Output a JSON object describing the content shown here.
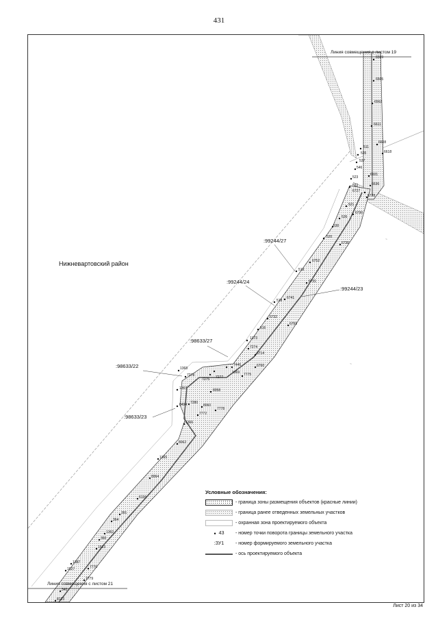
{
  "page_number": "431",
  "sheet_footer": "Лист 20 из 34",
  "district_label": "Нижневартовский район",
  "sheet_top_label": "Линия совмещения с листом 19",
  "sheet_bottom_label": "Линия совмещения с листом 21",
  "parcel_labels": [
    ":99244/27",
    ":99244/24",
    ":99244/23",
    ":98633/27",
    ":98633/22",
    ":98633/23"
  ],
  "point_labels": [
    "6569",
    "6565",
    "6562",
    "6611",
    "6608",
    "6618",
    "511",
    "535",
    "537",
    "546",
    "523",
    "522",
    "6601",
    "6636",
    "6727",
    "6728",
    "521",
    "526",
    "6730",
    "530",
    "520",
    "6736",
    "6752",
    "519",
    "6731",
    "518",
    "6741",
    "6732",
    "516",
    "6759",
    "1373",
    "7274",
    "6714",
    "7446",
    "1369",
    "6760",
    "1368",
    "7278",
    "7277",
    "7275",
    "7775",
    "1367",
    "8058",
    "8494",
    "7280",
    "8060",
    "7778",
    "7772",
    "1366",
    "8062",
    "1365",
    "8064",
    "6116",
    "391",
    "364",
    "1362",
    "360",
    "1523",
    "1387",
    "1527",
    "7770",
    "7779",
    "340",
    "8123"
  ],
  "legend": {
    "title": "Условные обозначения:",
    "items": [
      {
        "symbol": "red-lines-zone",
        "label": "- граница зоны размещения объектов (красные линии)"
      },
      {
        "symbol": "previous-parcels",
        "label": "- граница ранее отведенных земельных участков"
      },
      {
        "symbol": "guard-zone",
        "label": "- охранная зона проектируемого объекта"
      },
      {
        "symbol": "turn-point",
        "symbol_text": "43",
        "label": "- номер точки поворота границы земельного участка"
      },
      {
        "symbol": "parcel-number",
        "symbol_text": ":ЗУ1",
        "label": "- номер формируемого земельного участка"
      },
      {
        "symbol": "axis-line",
        "label": "- ось проектируемого объекта"
      }
    ]
  },
  "colors": {
    "corridor_fill": "#e6e6e6",
    "axis": "#555555",
    "line": "#333333"
  }
}
